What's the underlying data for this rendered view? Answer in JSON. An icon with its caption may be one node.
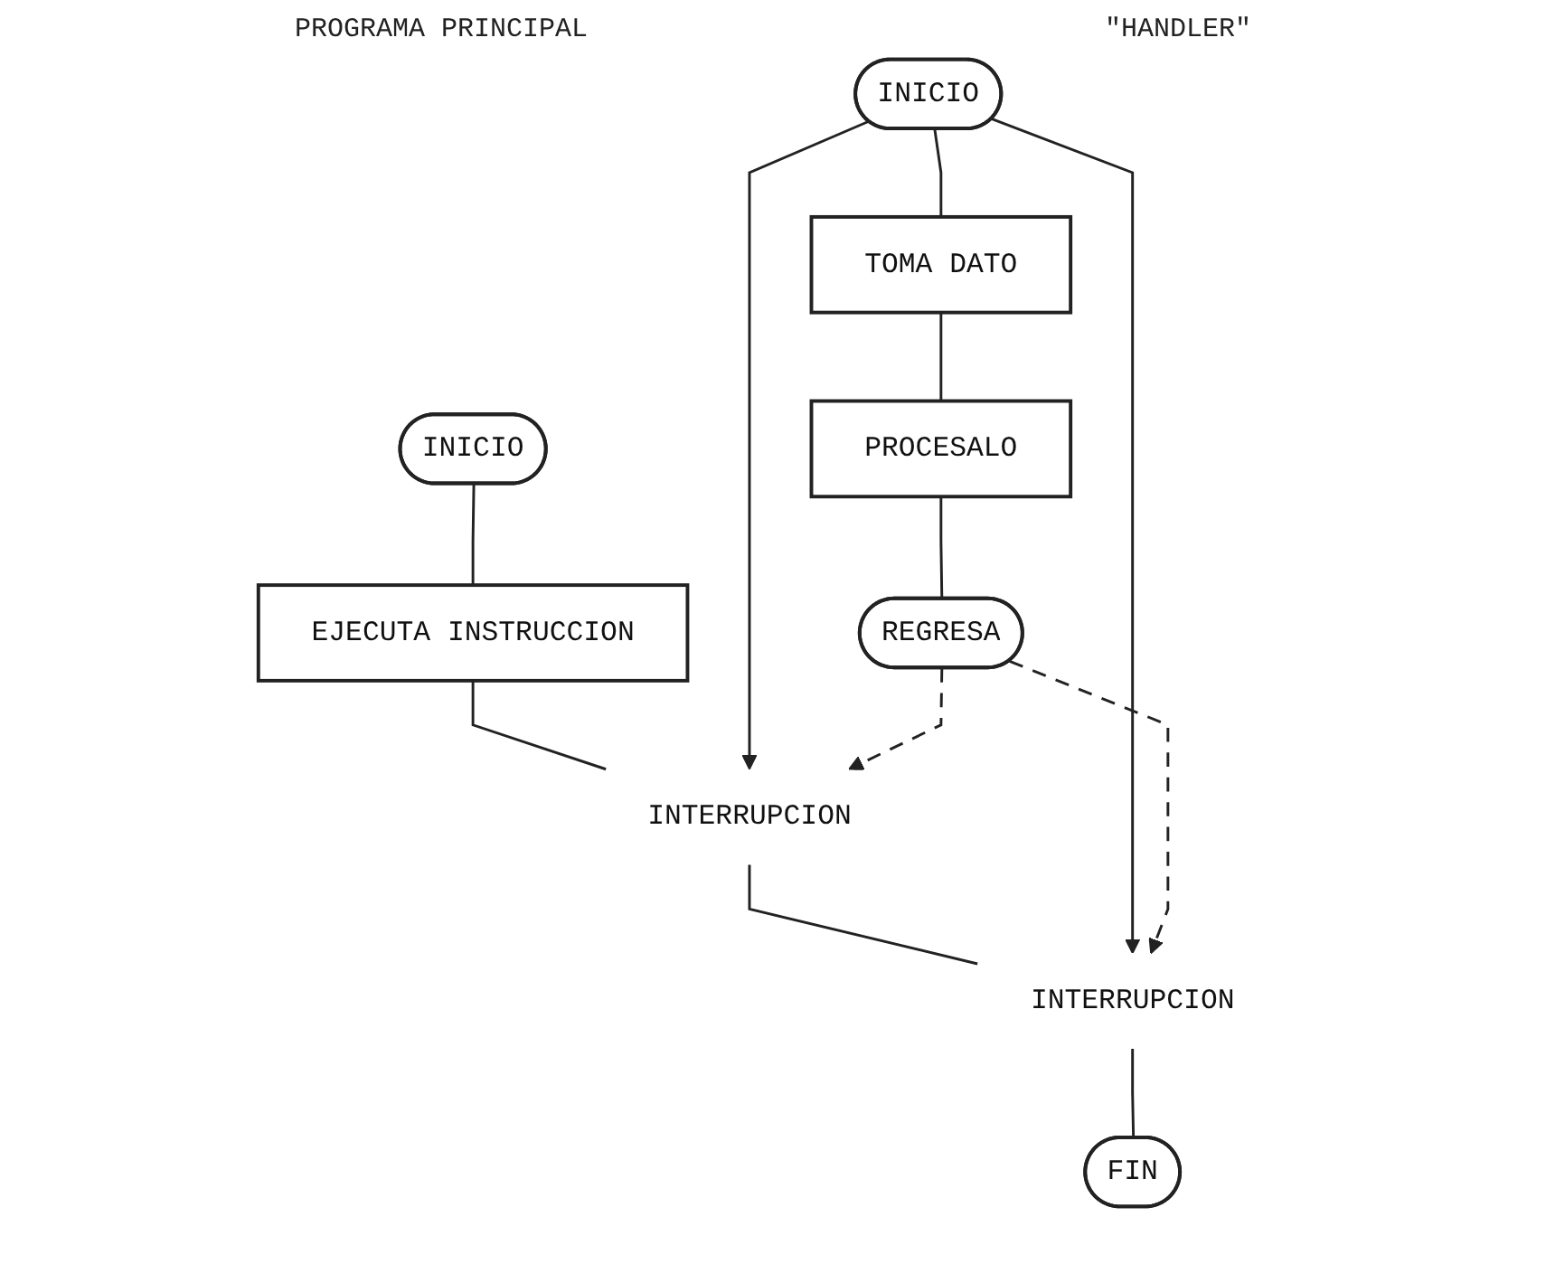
{
  "diagram": {
    "nodes": [
      {
        "text": [
          "INICIO"
        ]
      },
      {
        "text": [
          "EJECUTA INSTRUCCION"
        ]
      },
      {
        "text": [
          "INTERRUPCION"
        ]
      },
      {
        "text": [
          "INTERRUPCION"
        ]
      },
      {
        "text": [
          "FIN"
        ]
      },
      {
        "text": [
          "INICIO"
        ]
      },
      {
        "text": [
          "TOMA DATO"
        ]
      },
      {
        "text": [
          "PROCESALO"
        ]
      },
      {
        "text": [
          "REGRESA"
        ]
      }
    ],
    "edges": [
      {
        "from": 0,
        "to": 1,
        "arrow": "none"
      },
      {
        "from": 1,
        "to": 2,
        "arrow": "none"
      },
      {
        "from": 2,
        "to": 3,
        "arrow": "none"
      },
      {
        "from": 3,
        "to": 4,
        "arrow": "none"
      },
      {
        "from": 5,
        "to": 6,
        "arrow": "none"
      },
      {
        "from": 6,
        "to": 7,
        "arrow": "none"
      },
      {
        "from": 7,
        "to": 8,
        "arrow": "none"
      },
      {
        "from": 5,
        "to": 2,
        "arrow": "to"
      },
      {
        "from": 5,
        "to": 3,
        "arrow": "to"
      },
      {
        "from": 8,
        "to": 2,
        "arrow": "to",
        "style": "dashed"
      },
      {
        "from": 8,
        "to": 3,
        "arrow": "to",
        "style": "dashed"
      }
    ],
    "labels": [
      "PROGRAMA PRINCIPAL",
      "\"HANDLER\""
    ]
  }
}
